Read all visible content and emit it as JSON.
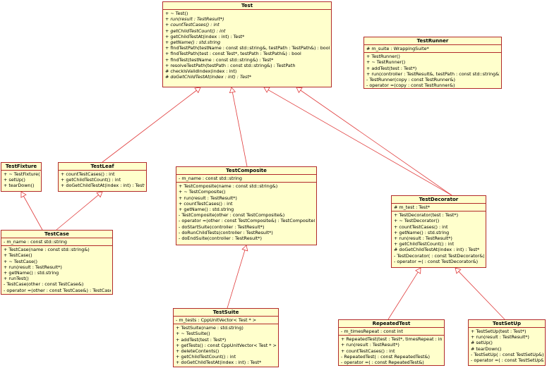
{
  "classes": {
    "test": {
      "name": "Test",
      "attributes": [],
      "operations": [
        {
          "text": "+ ~ Test()",
          "italic": false
        },
        {
          "text": "+ run(result : TestResult*)",
          "italic": true
        },
        {
          "text": "+ countTestCases() : int",
          "italic": true
        },
        {
          "text": "+ getChildTestCount() : int",
          "italic": true
        },
        {
          "text": "+ getChildTestAt(index : int) : Test*",
          "italic": false
        },
        {
          "text": "+ getName() : std.string",
          "italic": true
        },
        {
          "text": "+ findTestPath(testName : const std::string&, testPath : TestPath&) : bool",
          "italic": false
        },
        {
          "text": "+ findTestPath(test : const Test*, testPath : TestPath&) : bool",
          "italic": false
        },
        {
          "text": "+ findTest(testName : const std::string&) : Test*",
          "italic": false
        },
        {
          "text": "+ resolveTestPath(testPath : const std::string&) : TestPath",
          "italic": false
        },
        {
          "text": "# checkIsValidIndex(index : int)",
          "italic": false
        },
        {
          "text": "# doGetChildTestAt(index : int) : Test*",
          "italic": true
        }
      ]
    },
    "testrunner": {
      "name": "TestRunner",
      "attributes": [
        "# m_suite : WrappingSuite*"
      ],
      "operations": [
        {
          "text": "+ TestRunner()",
          "italic": false
        },
        {
          "text": "+ ~ TestRunner()",
          "italic": false
        },
        {
          "text": "+ addTest(test : Test*)",
          "italic": false
        },
        {
          "text": "+ run(controller : TestResult&, testPath : const std::string&)",
          "italic": false
        },
        {
          "text": "- TestRunner(copy : const TestRunner&)",
          "italic": false
        },
        {
          "text": "- operator =(copy : const TestRunner&)",
          "italic": false
        }
      ]
    },
    "testfixture": {
      "name": "TestFixture",
      "attributes": [],
      "operations": [
        {
          "text": "+ ~ TestFixture()",
          "italic": false
        },
        {
          "text": "+ setUp()",
          "italic": false
        },
        {
          "text": "+ tearDown()",
          "italic": false
        }
      ]
    },
    "testleaf": {
      "name": "TestLeaf",
      "attributes": [],
      "operations": [
        {
          "text": "+ countTestCases() : int",
          "italic": false
        },
        {
          "text": "+ getChildTestCount() : int",
          "italic": false
        },
        {
          "text": "+ doGetChildTestAt(index : int) : Test*",
          "italic": false
        }
      ]
    },
    "testcomposite": {
      "name": "TestComposite",
      "attributes": [
        "- m_name : const std::string"
      ],
      "operations": [
        {
          "text": "+ TestComposite(name : const std::string&)",
          "italic": false
        },
        {
          "text": "+ ~ TestComposite()",
          "italic": false
        },
        {
          "text": "+ run(result : TestResult*)",
          "italic": false
        },
        {
          "text": "+ countTestCases() : int",
          "italic": false
        },
        {
          "text": "+ getName() : std.string",
          "italic": false
        },
        {
          "text": "- TestComposite(other : const TestComposite&)",
          "italic": false
        },
        {
          "text": "- operator =(other : const TestComposite&) : TestComposite&",
          "italic": false
        },
        {
          "text": "- doStartSuite(controller : TestResult*)",
          "italic": false
        },
        {
          "text": "- doRunChildTests(controller : TestResult*)",
          "italic": false
        },
        {
          "text": "- doEndSuite(controller : TestResult*)",
          "italic": false
        }
      ]
    },
    "testdecorator": {
      "name": "TestDecorator",
      "attributes": [
        "# m_test : Test*"
      ],
      "operations": [
        {
          "text": "+ TestDecorator(test : Test*)",
          "italic": false
        },
        {
          "text": "+ ~ TestDecorator()",
          "italic": false
        },
        {
          "text": "+ countTestCases() : int",
          "italic": false
        },
        {
          "text": "+ getName() : std.string",
          "italic": false
        },
        {
          "text": "+ run(result : TestResult*)",
          "italic": false
        },
        {
          "text": "+ getChildTestCount() : int",
          "italic": false
        },
        {
          "text": "# doGetChildTestAt(index : int) : Test*",
          "italic": false
        },
        {
          "text": "- TestDecorator( : const TestDecorator&)",
          "italic": false
        },
        {
          "text": "- operator =( : const TestDecorator&)",
          "italic": false
        }
      ]
    },
    "testcase": {
      "name": "TestCase",
      "attributes": [
        "- m_name : const std::string"
      ],
      "operations": [
        {
          "text": "+ TestCase(name : const std::string&)",
          "italic": false
        },
        {
          "text": "+ TestCase()",
          "italic": false
        },
        {
          "text": "+ ~ TestCase()",
          "italic": false
        },
        {
          "text": "+ run(result : TestResult*)",
          "italic": false
        },
        {
          "text": "+ getName() : std.string",
          "italic": false
        },
        {
          "text": "+ runTest()",
          "italic": false
        },
        {
          "text": "- TestCase(other : const TestCase&)",
          "italic": false
        },
        {
          "text": "- operator =(other : const TestCase&) : TestCase&",
          "italic": false
        }
      ]
    },
    "testsuite": {
      "name": "TestSuite",
      "attributes": [
        "- m_tests : CppUnitVector< Test * >"
      ],
      "operations": [
        {
          "text": "+ TestSuite(name : std.string)",
          "italic": false
        },
        {
          "text": "+ ~ TestSuite()",
          "italic": false
        },
        {
          "text": "+ addTest(test : Test*)",
          "italic": false
        },
        {
          "text": "+ getTests() : const CppUnitVector< Test * >&",
          "italic": false
        },
        {
          "text": "+ deleteContents()",
          "italic": false
        },
        {
          "text": "+ getChildTestCount() : int",
          "italic": false
        },
        {
          "text": "+ doGetChildTestAt(index : int) : Test*",
          "italic": false
        }
      ]
    },
    "repeatedtest": {
      "name": "RepeatedTest",
      "attributes": [
        "- m_timesRepeat : const int"
      ],
      "operations": [
        {
          "text": "+ RepeatedTest(test : Test*, timesRepeat : int)",
          "italic": false
        },
        {
          "text": "+ run(result : TestResult*)",
          "italic": false
        },
        {
          "text": "+ countTestCases() : int",
          "italic": false
        },
        {
          "text": "- RepeatedTest( : const RepeatedTest&)",
          "italic": false
        },
        {
          "text": "- operator =( : const RepeatedTest&)",
          "italic": false
        }
      ]
    },
    "testsetup": {
      "name": "TestSetUp",
      "attributes": [],
      "operations": [
        {
          "text": "+ TestSetUp(test : Test*)",
          "italic": false
        },
        {
          "text": "+ run(result : TestResult*)",
          "italic": false
        },
        {
          "text": "# setUp()",
          "italic": false
        },
        {
          "text": "# tearDown()",
          "italic": false
        },
        {
          "text": "- TestSetUp( : const TestSetUp&)",
          "italic": false
        },
        {
          "text": "- operator =( : const TestSetUp&)",
          "italic": false
        }
      ]
    }
  },
  "relations": [
    {
      "from": "testleaf",
      "to": "test",
      "kind": "generalization"
    },
    {
      "from": "testcomposite",
      "to": "test",
      "kind": "generalization"
    },
    {
      "from": "testdecorator",
      "to": "test",
      "kind": "generalization"
    },
    {
      "from": "testcase",
      "to": "testfixture",
      "kind": "generalization"
    },
    {
      "from": "testcase",
      "to": "testleaf",
      "kind": "generalization"
    },
    {
      "from": "testsuite",
      "to": "testcomposite",
      "kind": "generalization"
    },
    {
      "from": "repeatedtest",
      "to": "testdecorator",
      "kind": "generalization"
    },
    {
      "from": "testsetup",
      "to": "testdecorator",
      "kind": "generalization"
    }
  ],
  "colors": {
    "fill": "#ffffcc",
    "border": "#b22a2a",
    "line": "#e03c3c"
  }
}
